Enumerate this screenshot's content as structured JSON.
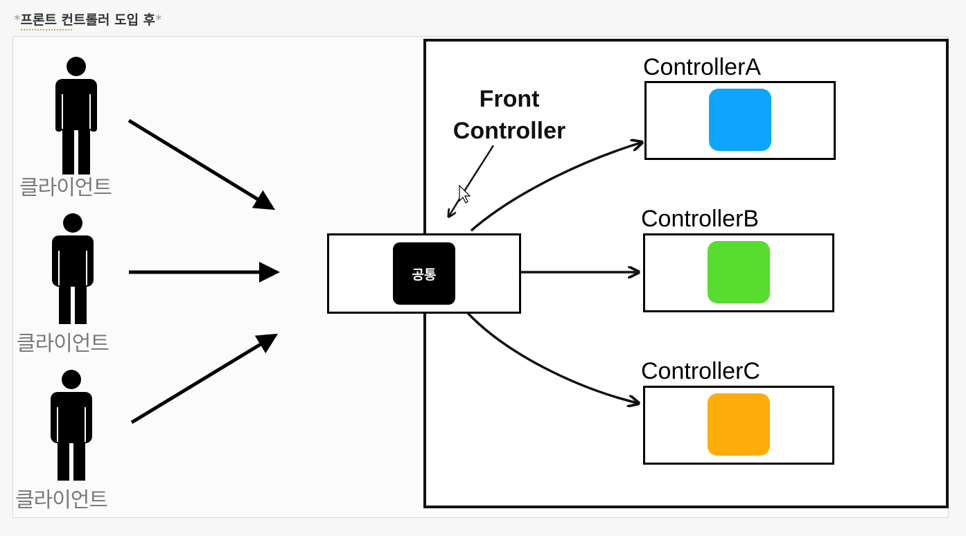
{
  "caption": {
    "prefix": "*",
    "text": "프론트 컨트롤러 도입 후",
    "suffix": "*"
  },
  "clients": [
    {
      "label": "클라이언트"
    },
    {
      "label": "클라이언트"
    },
    {
      "label": "클라이언트"
    }
  ],
  "front_controller": {
    "label_line1": "Front",
    "label_line2": "Controller"
  },
  "common": {
    "label": "공통"
  },
  "controllers": [
    {
      "title": "ControllerA",
      "color": "#0ea5ff"
    },
    {
      "title": "ControllerB",
      "color": "#57dd30"
    },
    {
      "title": "ControllerC",
      "color": "#ffad0a"
    }
  ]
}
